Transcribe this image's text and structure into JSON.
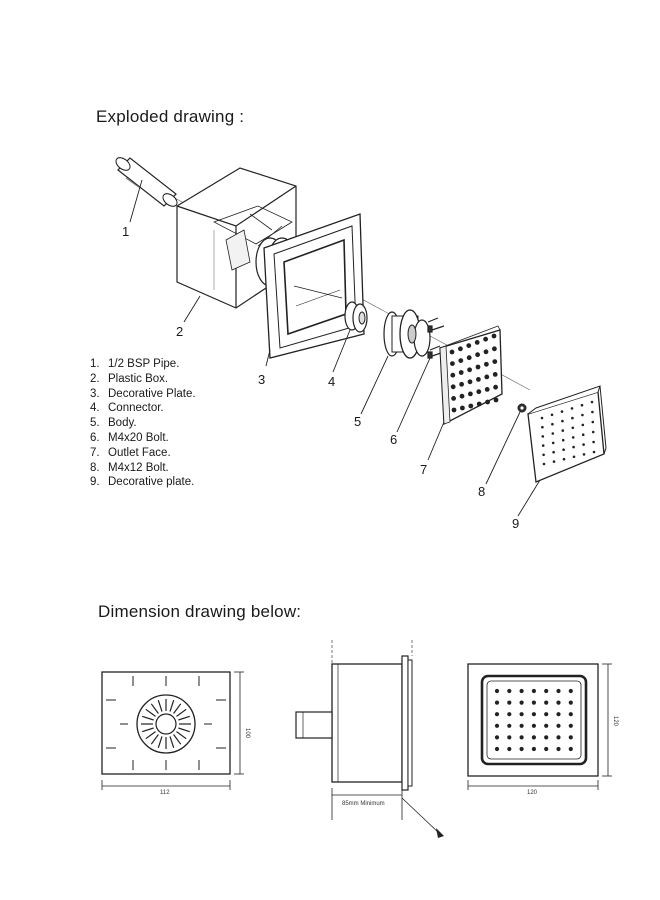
{
  "headings": {
    "exploded": "Exploded drawing :",
    "dimension": "Dimension drawing below:"
  },
  "parts": [
    {
      "num": "1.",
      "name": "1/2 BSP Pipe."
    },
    {
      "num": "2.",
      "name": "Plastic Box."
    },
    {
      "num": "3.",
      "name": "Decorative Plate."
    },
    {
      "num": "4.",
      "name": "Connector."
    },
    {
      "num": "5.",
      "name": "Body."
    },
    {
      "num": "6.",
      "name": "M4x20 Bolt."
    },
    {
      "num": "7.",
      "name": "Outlet Face."
    },
    {
      "num": "8.",
      "name": "M4x12 Bolt."
    },
    {
      "num": "9.",
      "name": "Decorative plate."
    }
  ],
  "callouts": [
    "1",
    "2",
    "3",
    "4",
    "5",
    "6",
    "7",
    "8",
    "9"
  ],
  "dimensions": {
    "front_width": "112",
    "front_height": "100",
    "side_depth": "85mm Minimum",
    "plate_width": "120",
    "plate_height": "120"
  }
}
